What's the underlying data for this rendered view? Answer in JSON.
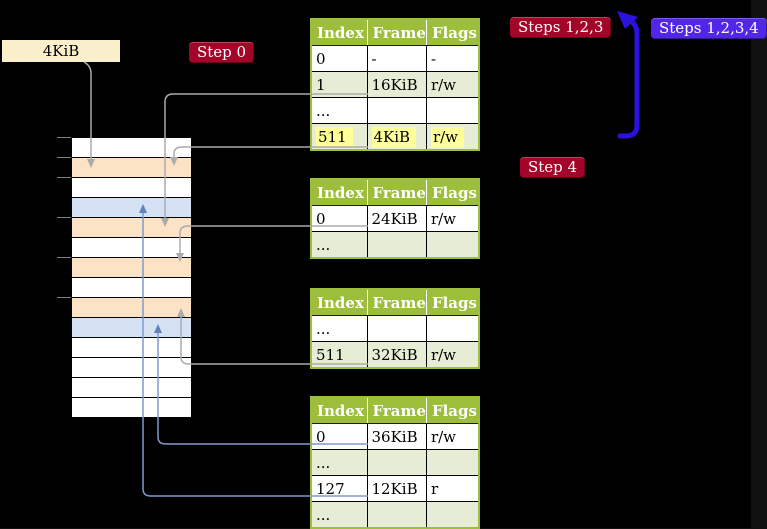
{
  "memory_box": {
    "label": "4KiB"
  },
  "badges": {
    "step0": "Step 0",
    "steps123": "Steps 1,2,3",
    "steps1234": "Steps 1,2,3,4",
    "step4": "Step 4"
  },
  "tables": [
    {
      "level": "level-1",
      "headers": [
        "Index",
        "Frame",
        "Flags"
      ],
      "rows": [
        [
          "0",
          "-",
          "-"
        ],
        [
          "1",
          "16KiB",
          "r/w"
        ],
        [
          "...",
          "",
          ""
        ],
        [
          "511",
          "4KiB",
          "r/w"
        ]
      ]
    },
    {
      "level": "level-2",
      "headers": [
        "Index",
        "Frame",
        "Flags"
      ],
      "rows": [
        [
          "0",
          "24KiB",
          "r/w"
        ],
        [
          "...",
          "",
          ""
        ]
      ]
    },
    {
      "level": "level-3",
      "headers": [
        "Index",
        "Frame",
        "Flags"
      ],
      "rows": [
        [
          "...",
          "",
          ""
        ],
        [
          "511",
          "32KiB",
          "r/w"
        ]
      ]
    },
    {
      "level": "level-4",
      "headers": [
        "Index",
        "Frame",
        "Flags"
      ],
      "rows": [
        [
          "0",
          "36KiB",
          "r/w"
        ],
        [
          "...",
          "",
          ""
        ],
        [
          "127",
          "12KiB",
          "r"
        ],
        [
          "...",
          "",
          ""
        ]
      ]
    }
  ],
  "memory_strip": {
    "rows": [
      "white",
      "orange",
      "white",
      "blue",
      "orange",
      "white",
      "orange",
      "white",
      "orange",
      "blue",
      "white",
      "white",
      "white",
      "white"
    ]
  },
  "colors": {
    "background": "#000000",
    "table_header_green": "#9CBE3A",
    "table_row_alt": "#E7EDD4",
    "highlight_yellow": "#FFFF99",
    "badge_red": "#A40427",
    "badge_blue": "#5126E9",
    "big_arrow_blue": "#2B12DF",
    "connector_grey": "#ABABAB",
    "connector_blue": "#7D9CCB",
    "connector_blue_head": "#5E82BA",
    "strip_orange": "#FCE3C5",
    "strip_blue": "#D4E2F4",
    "cream_box": "#FAEFCB",
    "tick_grey": "#7F7F7F"
  }
}
